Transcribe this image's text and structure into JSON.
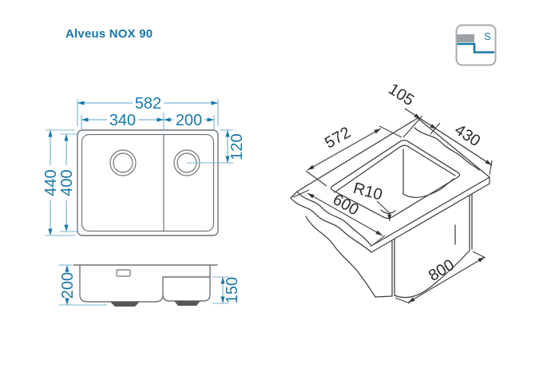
{
  "title": "Alveus NOX 90",
  "mounting_icon": {
    "letter": "S"
  },
  "top_view": {
    "overall_width": "582",
    "main_bowl_width": "340",
    "small_bowl_width": "200",
    "drain_offset": "120",
    "overall_depth": "440",
    "bowl_depth": "400"
  },
  "front_view": {
    "main_bowl_depth": "200",
    "small_bowl_depth": "150"
  },
  "iso_view": {
    "rim_offset": "105",
    "cutout_width": "430",
    "cutout_length": "572",
    "worktop_depth": "600",
    "cabinet_width": "800",
    "corner_radius": "R10"
  },
  "colors": {
    "accent_blue": "#1878a9",
    "drawing_gray": "#6e7478",
    "iso_black": "#3b4043"
  }
}
